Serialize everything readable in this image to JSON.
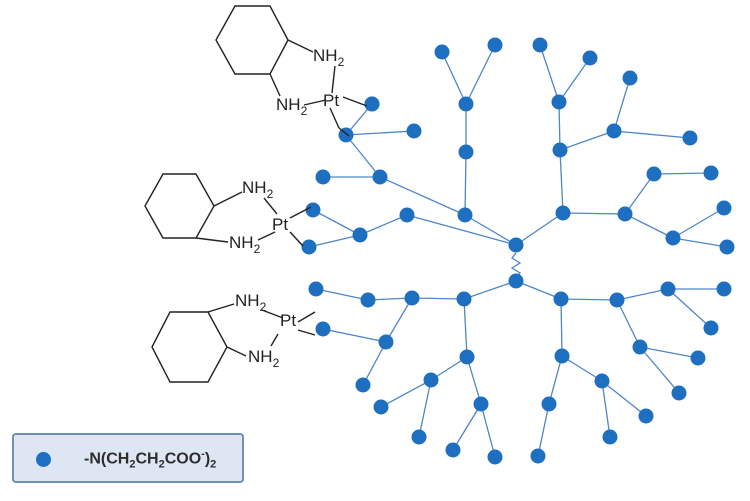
{
  "colors": {
    "node": "#1f6fc1",
    "bond": "#4f86c6",
    "ink": "#222222"
  },
  "complexes": [
    {
      "metal": "Pt",
      "amine": [
        "NH",
        "NH"
      ],
      "subscript": "2"
    },
    {
      "metal": "Pt",
      "amine": [
        "NH",
        "NH"
      ],
      "subscript": "2"
    },
    {
      "metal": "Pt",
      "amine": [
        "NH",
        "NH"
      ],
      "subscript": "2"
    }
  ],
  "legend": {
    "icon": "blue-dot",
    "text": {
      "prefix": "-N(CH",
      "sub1": "2",
      "mid1": "CH",
      "sub2": "2",
      "mid2": "COO",
      "sup": "-",
      "close": ")",
      "sub3": "2"
    }
  }
}
